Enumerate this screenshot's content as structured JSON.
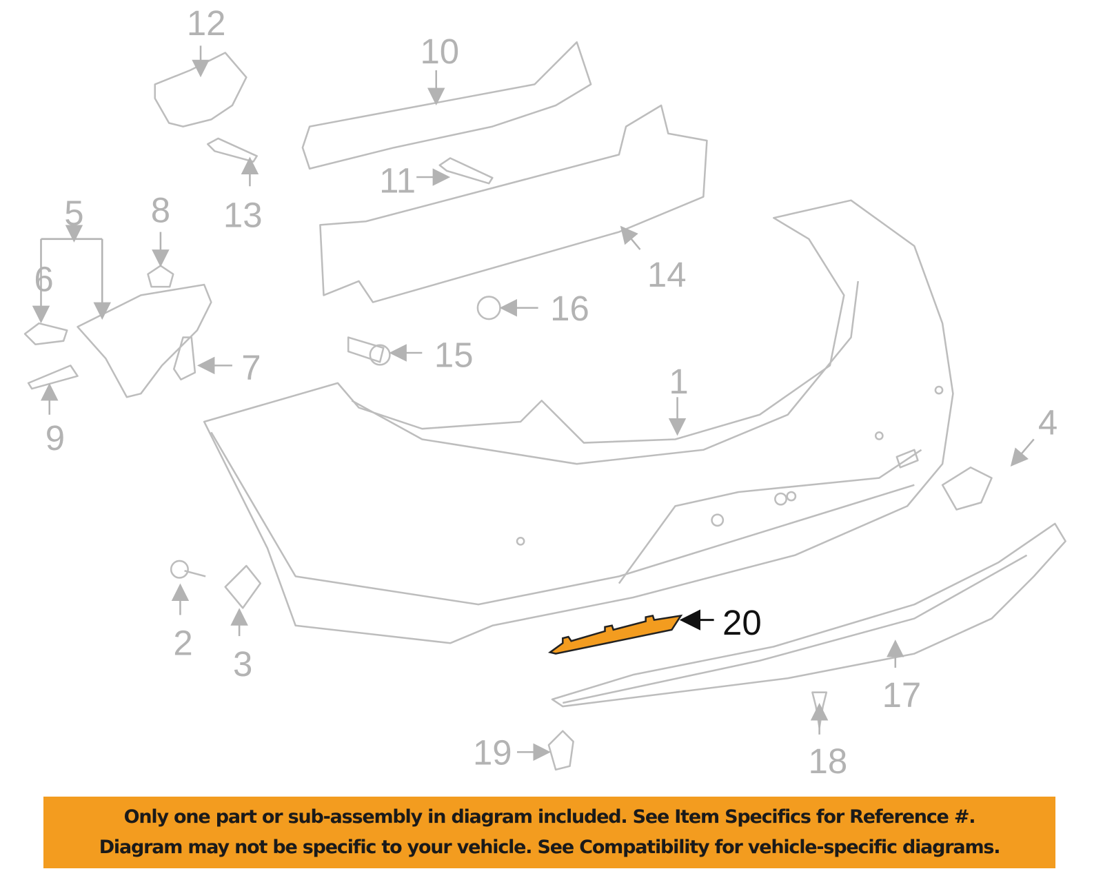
{
  "diagram": {
    "highlight_color": "#f39c1f",
    "callouts": [
      {
        "id": "1",
        "label": "1"
      },
      {
        "id": "2",
        "label": "2"
      },
      {
        "id": "3",
        "label": "3"
      },
      {
        "id": "4",
        "label": "4"
      },
      {
        "id": "5",
        "label": "5"
      },
      {
        "id": "6",
        "label": "6"
      },
      {
        "id": "7",
        "label": "7"
      },
      {
        "id": "8",
        "label": "8"
      },
      {
        "id": "9",
        "label": "9"
      },
      {
        "id": "10",
        "label": "10"
      },
      {
        "id": "11",
        "label": "11"
      },
      {
        "id": "12",
        "label": "12"
      },
      {
        "id": "13",
        "label": "13"
      },
      {
        "id": "14",
        "label": "14"
      },
      {
        "id": "15",
        "label": "15"
      },
      {
        "id": "16",
        "label": "16"
      },
      {
        "id": "17",
        "label": "17"
      },
      {
        "id": "18",
        "label": "18"
      },
      {
        "id": "19",
        "label": "19"
      },
      {
        "id": "20",
        "label": "20"
      }
    ],
    "highlighted_part": "20"
  },
  "banner": {
    "line1": "Only one part or sub-assembly in diagram included. See Item Specifics for Reference #.",
    "line2": "Diagram may not be specific to your vehicle. See Compatibility for vehicle-specific diagrams."
  }
}
